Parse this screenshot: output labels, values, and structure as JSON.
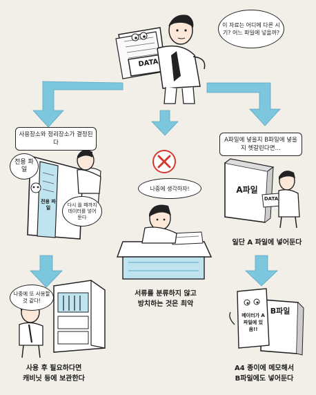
{
  "top": {
    "speech": "이 자료는 어디에 다른 시기? 어느 파일에 넣을까?",
    "folder_label": "DATA"
  },
  "left": {
    "box": "사용장소와 정리장소가 결정된다",
    "speech_small": "전용 파일",
    "speech_right": "다시 쓸 때까지 데이터를 넣어 둔다",
    "book_label": "전용 파일",
    "bottom_speech": "나중에 또 사용할 것 같다!",
    "caption_line1": "사용 후 필요하다면",
    "caption_line2": "캐비닛 등에 보관한다"
  },
  "center": {
    "speech": "나중에 생각하자!",
    "caption_line1": "서류를 분류하지 않고",
    "caption_line2": "방치하는 것은 최악"
  },
  "right": {
    "box": "A파일에 넣을지 B파일에 넣을지 헷갈린다면…",
    "file_a_label": "A파일",
    "data_label": "DATA",
    "caption_mid": "일단 A 파일에 넣어둔다",
    "memo": "메이터가 A파일에 있음!!",
    "file_b_label": "B파일",
    "caption_line1": "A4 종이에 메모해서",
    "caption_line2": "B파일에도 넣어둔다"
  },
  "colors": {
    "arrow": "#7cc6de",
    "highlight": "#bfe3ef",
    "red": "#d23a2e",
    "paper": "#f1efe8"
  }
}
